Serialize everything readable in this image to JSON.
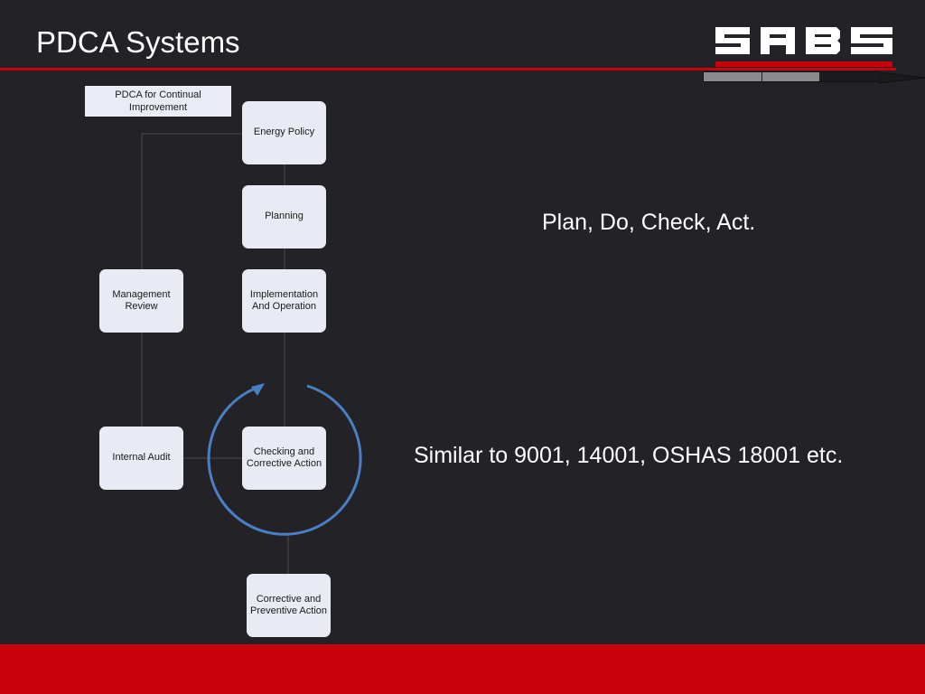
{
  "slide": {
    "title": "PDCA Systems"
  },
  "logo": {
    "text": "SABS",
    "color": "#ffffff",
    "underline_color": "#c8000a"
  },
  "progress": {
    "completed_fraction": 0.66,
    "segments": 3
  },
  "diagram": {
    "caption": "PDCA for Continual Improvement",
    "boxes": {
      "energy_policy": "Energy Policy",
      "planning": "Planning",
      "implementation": "Implementation And Operation",
      "checking": "Checking and Corrective Action",
      "corrective_preventive": "Corrective and Preventive Action",
      "management_review": "Management Review",
      "internal_audit": "Internal Audit"
    },
    "cycle_arrow_color": "#4a7fc4"
  },
  "statements": {
    "pdca": "Plan, Do, Check, Act.",
    "similar": "Similar to 9001, 14001, OSHAS 18001 etc."
  },
  "colors": {
    "background": "#232327",
    "accent_red": "#c8000a",
    "box_fill": "#e8ebf3"
  }
}
